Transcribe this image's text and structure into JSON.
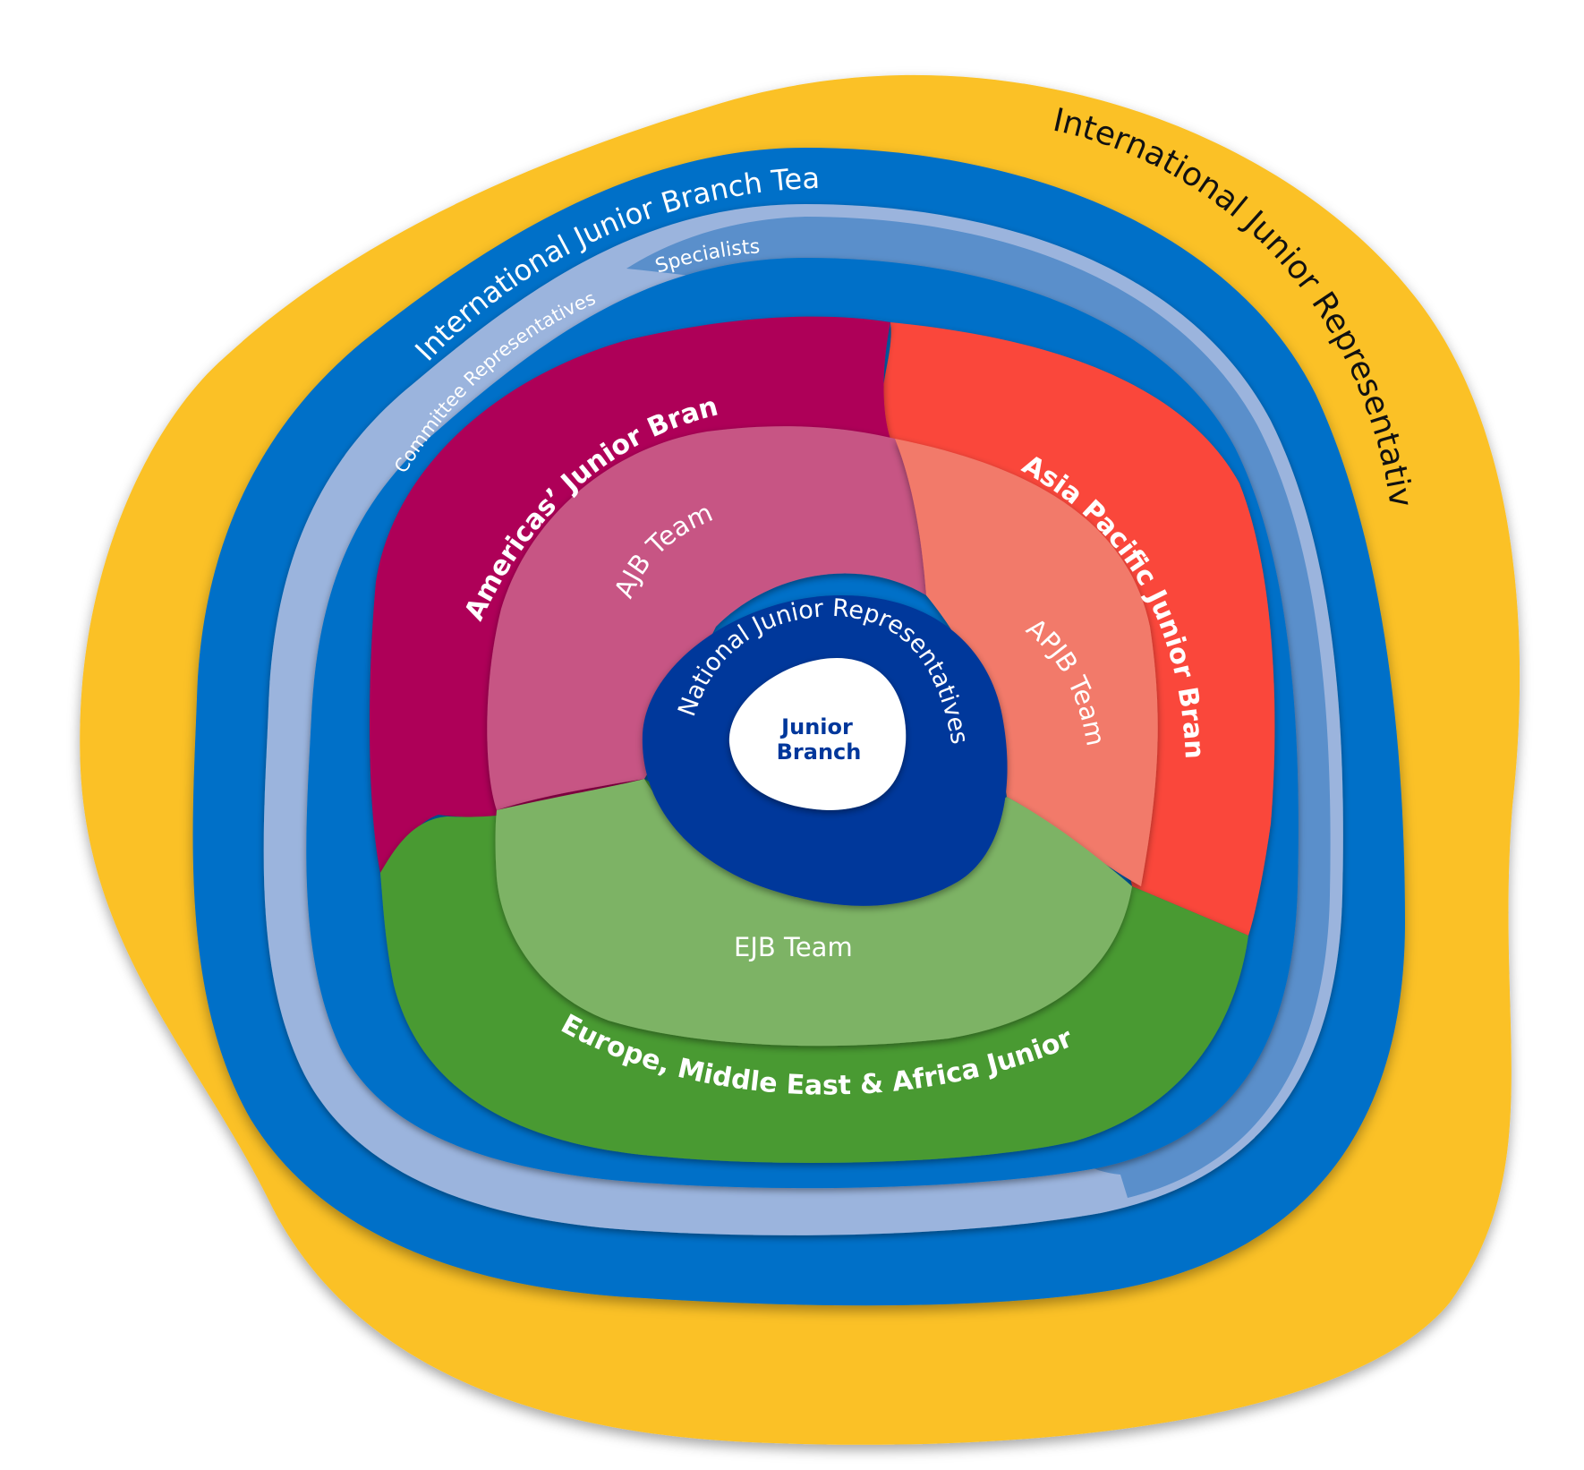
{
  "diagram": {
    "labels": {
      "outer_ring": "International Junior Representatives (IJRs)",
      "team_ring": "International Junior Branch Team",
      "committee_reps": "Committee Representatives",
      "specialists": "Specialists",
      "americas": "Americas’ Junior Branch",
      "ajb_team": "AJB Team",
      "asia_pacific": "Asia Pacific Junior Branch",
      "apjb_team": "APJB Team",
      "emea": "Europe, Middle East & Africa Junior Branch",
      "ejb_team": "EJB Team",
      "national_reps": "National Junior Representatives",
      "core_line1": "Junior",
      "core_line2": "Branch"
    },
    "colors": {
      "ijr_yellow": "#FBC126",
      "ijb_blue": "#0070C8",
      "committee_lightblue": "#9BB4DD",
      "specialists_midblue": "#5A8FCB",
      "americas_dark": "#AE0058",
      "americas_light": "#C75584",
      "asia_dark": "#FA463A",
      "asia_light": "#F27A6A",
      "emea_dark": "#4A9A32",
      "emea_light": "#7DB365",
      "national_navy": "#00379B",
      "core_white": "#FFFFFF"
    }
  }
}
